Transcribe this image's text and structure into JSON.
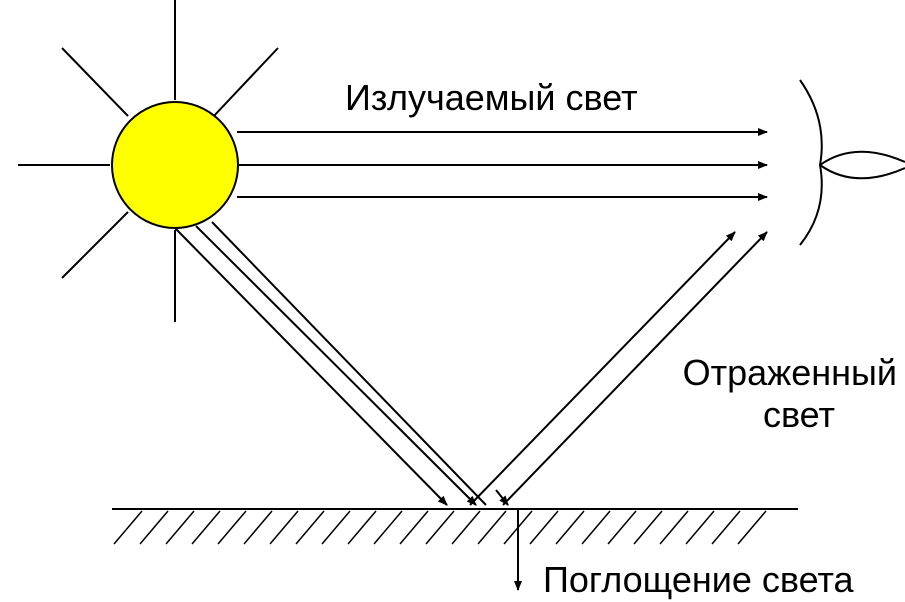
{
  "labels": {
    "emitted": "Излучаемый свет",
    "reflected_line1": "Отраженный",
    "reflected_line2": "свет",
    "absorbed": "Поглощение света"
  },
  "colors": {
    "sun_fill": "#FFFF00",
    "line": "#000000",
    "background": "#FFFFFF"
  },
  "icons": {
    "sun": "sun-icon",
    "eye": "eye-icon"
  }
}
